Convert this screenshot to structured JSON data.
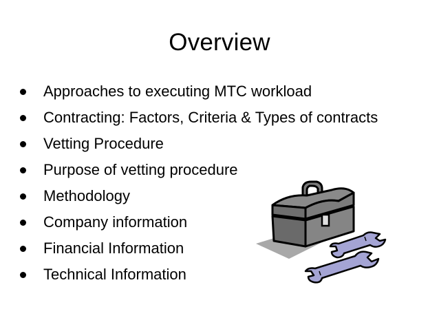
{
  "slide": {
    "title": "Overview",
    "bullets": [
      "Approaches to executing MTC workload",
      "Contracting: Factors, Criteria & Types of contracts",
      "Vetting Procedure",
      "Purpose of vetting procedure",
      "Methodology",
      "Company information",
      "Financial Information",
      "Technical Information"
    ]
  },
  "icons": {
    "bullet": "bullet-dot-icon",
    "clipart": "toolbox-with-wrenches-icon"
  },
  "colors": {
    "background": "#ffffff",
    "text": "#000000",
    "toolbox_body": "#7f7f7f",
    "toolbox_lid": "#6f6f6f",
    "wrench": "#9a9ac8",
    "shadow": "#999999"
  }
}
